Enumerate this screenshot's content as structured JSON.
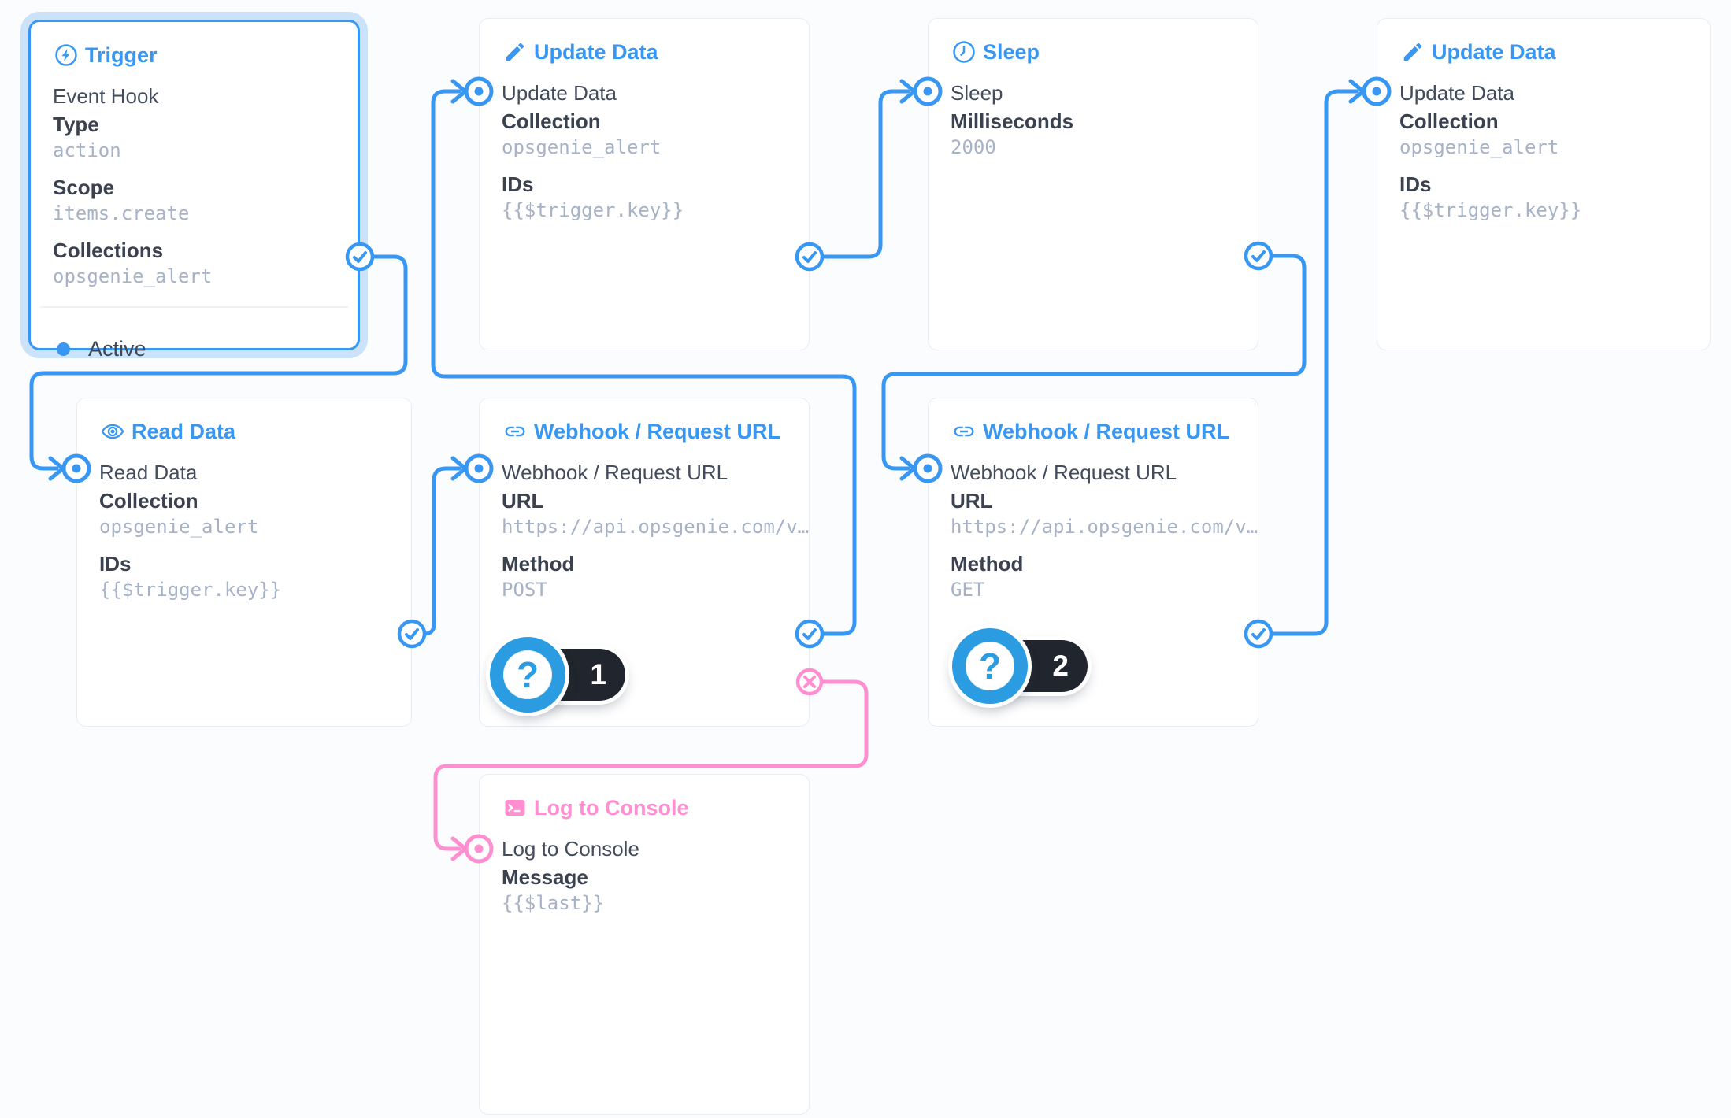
{
  "colors": {
    "accent_blue": "#3897f2",
    "reject_pink": "#ff8fd1",
    "badge_blue": "#2b9ce2",
    "badge_pill_black": "#21262e",
    "label_dark": "#3a4250",
    "value_gray": "#a6b2c6",
    "card_border": "#e9edf2",
    "canvas_bg": "#fbfcfe"
  },
  "nodes": {
    "trigger": {
      "title": "Trigger",
      "icon": "bolt-circle-icon",
      "subtitle": "Event Hook",
      "fields": [
        {
          "label": "Type",
          "value": "action"
        },
        {
          "label": "Scope",
          "value": "items.create"
        },
        {
          "label": "Collections",
          "value": "opsgenie_alert"
        }
      ],
      "status": "Active",
      "selected": true
    },
    "update1": {
      "title": "Update Data",
      "icon": "pencil-icon",
      "subtitle": "Update Data",
      "fields": [
        {
          "label": "Collection",
          "value": "opsgenie_alert"
        },
        {
          "label": "IDs",
          "value": "{{$trigger.key}}"
        }
      ]
    },
    "sleep": {
      "title": "Sleep",
      "icon": "clock-icon",
      "subtitle": "Sleep",
      "fields": [
        {
          "label": "Milliseconds",
          "value": "2000"
        }
      ]
    },
    "update2": {
      "title": "Update Data",
      "icon": "pencil-icon",
      "subtitle": "Update Data",
      "fields": [
        {
          "label": "Collection",
          "value": "opsgenie_alert"
        },
        {
          "label": "IDs",
          "value": "{{$trigger.key}}"
        }
      ]
    },
    "read": {
      "title": "Read Data",
      "icon": "eye-icon",
      "subtitle": "Read Data",
      "fields": [
        {
          "label": "Collection",
          "value": "opsgenie_alert"
        },
        {
          "label": "IDs",
          "value": "{{$trigger.key}}"
        }
      ]
    },
    "webhook_post": {
      "title": "Webhook / Request URL",
      "icon": "link-icon",
      "subtitle": "Webhook / Request URL",
      "fields": [
        {
          "label": "URL",
          "value": "https://api.opsgenie.com/v…"
        },
        {
          "label": "Method",
          "value": "POST"
        }
      ],
      "badge_count": "1"
    },
    "webhook_get": {
      "title": "Webhook / Request URL",
      "icon": "link-icon",
      "subtitle": "Webhook / Request URL",
      "fields": [
        {
          "label": "URL",
          "value": "https://api.opsgenie.com/v…"
        },
        {
          "label": "Method",
          "value": "GET"
        }
      ],
      "badge_count": "2"
    },
    "log": {
      "title": "Log to Console",
      "icon": "terminal-icon",
      "subtitle": "Log to Console",
      "fields": [
        {
          "label": "Message",
          "value": "{{$last}}"
        }
      ]
    }
  },
  "edges": [
    {
      "from": "trigger.resolve",
      "to": "read.input",
      "color": "blue"
    },
    {
      "from": "read.resolve",
      "to": "webhook_post.input",
      "color": "blue"
    },
    {
      "from": "webhook_post.resolve",
      "to": "update1.input",
      "color": "blue"
    },
    {
      "from": "update1.resolve",
      "to": "sleep.input",
      "color": "blue"
    },
    {
      "from": "sleep.resolve",
      "to": "webhook_get.input",
      "color": "blue"
    },
    {
      "from": "webhook_get.resolve",
      "to": "update2.input",
      "color": "blue"
    },
    {
      "from": "webhook_post.reject",
      "to": "log.input",
      "color": "pink"
    }
  ]
}
